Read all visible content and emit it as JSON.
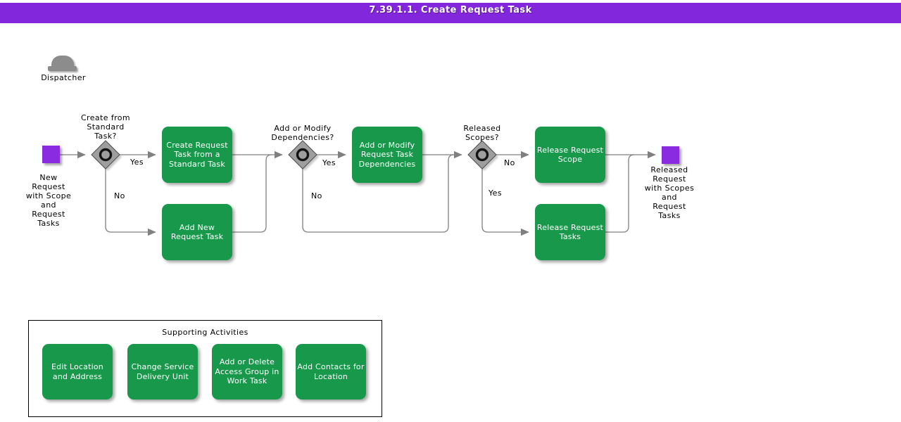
{
  "title": "7.39.1.1. Create Request Task",
  "actor": {
    "label": "Dispatcher"
  },
  "flow": {
    "start": {
      "label": "New\nRequest\nwith Scope\nand\nRequest\nTasks"
    },
    "end": {
      "label": "Released\nRequest\nwith Scopes\nand\nRequest\nTasks"
    },
    "decisions": [
      {
        "label": "Create from\nStandard\nTask?",
        "yes": "Yes",
        "no": "No"
      },
      {
        "label": "Add or Modify\nDependencies?",
        "yes": "Yes",
        "no": "No"
      },
      {
        "label": "Released\nScopes?",
        "yes": "Yes",
        "no": "No"
      }
    ],
    "tasks": [
      {
        "label": "Create Request\nTask from a\nStandard Task"
      },
      {
        "label": "Add New\nRequest Task"
      },
      {
        "label": "Add or Modify\nRequest Task\nDependencies"
      },
      {
        "label": "Release Request\nScope"
      },
      {
        "label": "Release Request\nTasks"
      }
    ]
  },
  "supporting": {
    "title": "Supporting Activities",
    "tasks": [
      {
        "label": "Edit Location\nand Address"
      },
      {
        "label": "Change Service\nDelivery Unit"
      },
      {
        "label": "Add or Delete\nAccess Group in\nWork Task"
      },
      {
        "label": "Add Contacts for\nLocation"
      }
    ]
  },
  "colors": {
    "title_bar": "#8227DB",
    "event_square": "#8A2BE2",
    "task_green": "#18984B",
    "gateway_gray": "#9E9E9E",
    "edge_gray": "#808080"
  }
}
